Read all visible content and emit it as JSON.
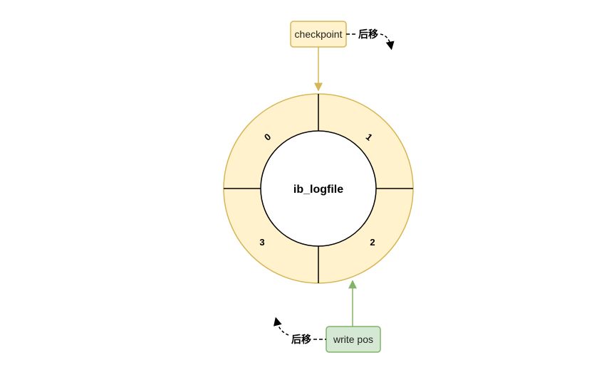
{
  "diagram": {
    "center_label": "ib_logfile",
    "segments": [
      {
        "label": "0"
      },
      {
        "label": "1"
      },
      {
        "label": "2"
      },
      {
        "label": "3"
      }
    ],
    "checkpoint": {
      "label": "checkpoint",
      "move_label": "后移"
    },
    "write_pos": {
      "label": "write pos",
      "move_label": "后移"
    }
  },
  "colors": {
    "ring_fill": "#fff2cc",
    "ring_stroke": "#d6b656",
    "checkpoint_fill": "#fff2cc",
    "checkpoint_stroke": "#d6b656",
    "write_pos_fill": "#d5e8d4",
    "write_pos_stroke": "#82b366",
    "checkpoint_arrow": "#d6b656",
    "write_pos_arrow": "#82b366"
  }
}
